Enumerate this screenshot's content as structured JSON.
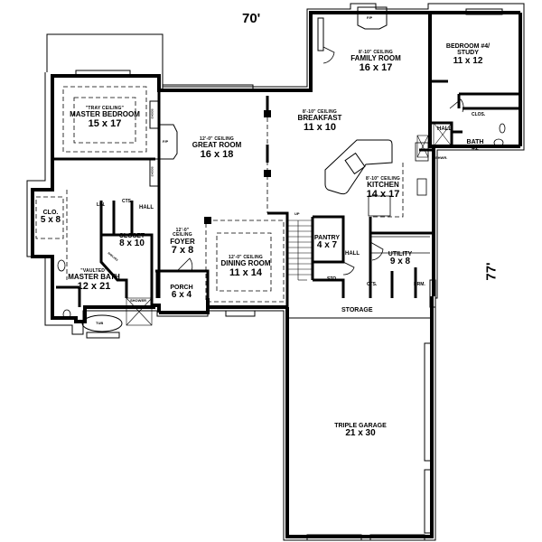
{
  "plan": {
    "overall_width": "70'",
    "overall_depth": "77'"
  },
  "rooms": {
    "master_bedroom": {
      "ceiling": "\"TRAY CEILING\"",
      "name": "MASTER BEDROOM",
      "dim": "15 x 17"
    },
    "great_room": {
      "ceiling": "12'-0\" CEILING",
      "name": "GREAT ROOM",
      "dim": "16 x 18"
    },
    "family_room": {
      "ceiling": "8'-10\" CEILING",
      "name": "FAMILY ROOM",
      "dim": "16 x 17"
    },
    "bedroom4": {
      "name": "BEDROOM #4/",
      "name2": "STUDY",
      "dim": "11 x 12"
    },
    "breakfast": {
      "ceiling": "8'-10\" CEILING",
      "name": "BREAKFAST",
      "dim": "11 x 10"
    },
    "kitchen": {
      "ceiling": "8'-10\" CEILING",
      "name": "KITCHEN",
      "dim": "14 x 17"
    },
    "bath2": {
      "name": "BATH",
      "dim": "#2"
    },
    "clo_master": {
      "name": "CLO.",
      "dim": "5 x 8"
    },
    "closet": {
      "name": "CLOSET",
      "dim": "8 x 10"
    },
    "master_bath": {
      "ceiling": "\"VAULTED\"",
      "name": "MASTER BATH",
      "dim": "12 x 21"
    },
    "foyer": {
      "ceiling": "12'-0\"",
      "ceiling2": "CEILING",
      "name": "FOYER",
      "dim": "7 x 8"
    },
    "dining_room": {
      "ceiling": "12'-0\" CEILING",
      "name": "DINING ROOM",
      "dim": "11 x 14"
    },
    "porch": {
      "name": "PORCH",
      "dim": "6 x 4"
    },
    "pantry": {
      "name": "PANTRY",
      "dim": "4 x 7"
    },
    "utility": {
      "name": "UTILITY",
      "dim": "9 x 8"
    },
    "garage": {
      "name": "TRIPLE GARAGE",
      "dim": "21 x 30"
    }
  },
  "small_labels": {
    "storage": "STORAGE",
    "hall_master": "HALL",
    "hall_center": "HALL",
    "hall_bed4": "HALL",
    "lin": "LIN.",
    "cts_master": "CTS.",
    "cts_utility": "CTS.",
    "sto": "STO.",
    "brm": "BRM.",
    "clos_bed4": "CLOS.",
    "shower_master": "SHOWER",
    "shwr_bath2": "SHWR.",
    "tub": "TUB",
    "up": "UP",
    "fp_great": "F/P",
    "fp_family": "F/P",
    "books_1": "BOOKS",
    "books_2": "BOOKS",
    "shelves": "SHELVES"
  }
}
